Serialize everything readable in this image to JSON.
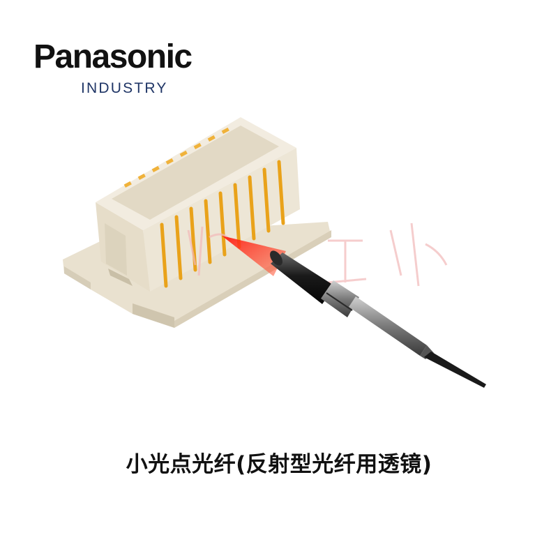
{
  "logo": {
    "brand": "Panasonic",
    "division": "INDUSTRY",
    "brand_color": "#111111",
    "division_color": "#1f3566"
  },
  "illustration": {
    "subject": "board-to-board connector",
    "tool": "optical fiber sensor probe",
    "beam_color": "#e8231a",
    "pin_color": "#e9a21a",
    "housing_color": "#ece4d4"
  },
  "caption": "小光点光纤(反射型光纤用透镜)"
}
